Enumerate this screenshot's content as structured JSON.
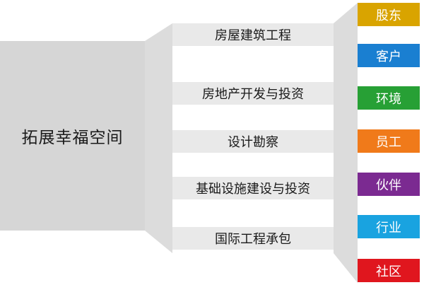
{
  "root": {
    "label": "拓展幸福空间"
  },
  "businesses": [
    {
      "label": "房屋建筑工程"
    },
    {
      "label": "房地产开发与投资"
    },
    {
      "label": "设计勘察"
    },
    {
      "label": "基础设施建设与投资"
    },
    {
      "label": "国际工程承包"
    }
  ],
  "stakeholders": [
    {
      "label": "股东",
      "color": "#D9A400"
    },
    {
      "label": "客户",
      "color": "#1A7FD1"
    },
    {
      "label": "环境",
      "color": "#27A035"
    },
    {
      "label": "员工",
      "color": "#F07A1A"
    },
    {
      "label": "伙伴",
      "color": "#7B2A91"
    },
    {
      "label": "行业",
      "color": "#19A3E0"
    },
    {
      "label": "社区",
      "color": "#E0161E"
    }
  ],
  "colors": {
    "root_fill": "#d6d6d6",
    "business_fill": "#e9e9e9",
    "connector_fill": "#dcdcdc"
  }
}
